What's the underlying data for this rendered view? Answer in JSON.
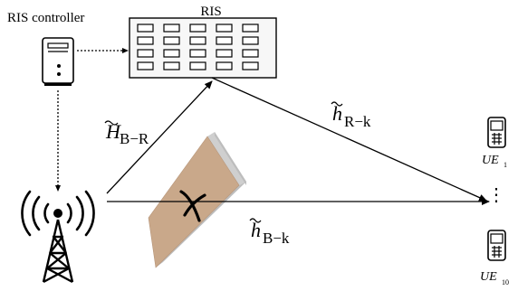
{
  "labels": {
    "ris_controller": "RIS controller",
    "ris": "RIS",
    "channel_br_main": "H",
    "channel_br_sub": "B−R",
    "channel_rk_main": "h",
    "channel_rk_sub": "R−k",
    "channel_bk_main": "h",
    "channel_bk_sub": "B−k",
    "ue_first_main": "UE",
    "ue_first_sub": "1",
    "ue_last_main": "UE",
    "ue_last_sub": "10",
    "vertical_ellipsis": "⋮"
  },
  "icons": {
    "controller": "server-icon",
    "base_station": "cell-tower-icon",
    "phone": "mobile-phone-icon",
    "obstacle": "wall-obstacle",
    "block": "blocked-cross-icon"
  },
  "colors": {
    "ink": "#000000",
    "ris_fill": "#f7f7f7",
    "wall_face": "#c9a88a",
    "wall_edge": "#c4c4c4"
  }
}
